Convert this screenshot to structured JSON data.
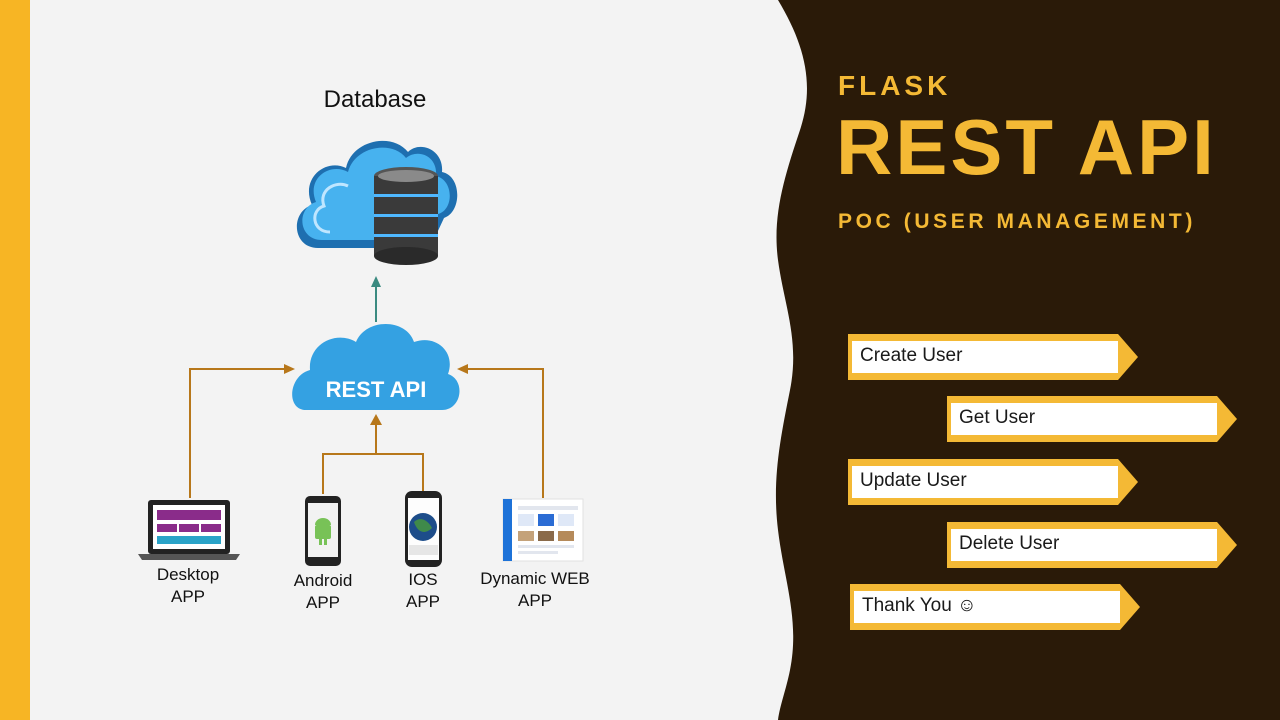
{
  "header": {
    "kicker": "FLASK",
    "title": "REST API",
    "subtitle": "POC (USER MANAGEMENT)"
  },
  "menu": {
    "items": [
      {
        "label": "Create User"
      },
      {
        "label": "Get User"
      },
      {
        "label": "Update User"
      },
      {
        "label": "Delete User"
      },
      {
        "label": "Thank You ☺"
      }
    ]
  },
  "diagram": {
    "database_label": "Database",
    "api_label": "REST API",
    "clients": [
      {
        "line1": "Desktop",
        "line2": "APP"
      },
      {
        "line1": "Android",
        "line2": "APP"
      },
      {
        "line1": "IOS",
        "line2": "APP"
      },
      {
        "line1": "Dynamic WEB",
        "line2": "APP"
      }
    ]
  },
  "colors": {
    "accent": "#f7b524",
    "gold": "#f4b935",
    "dark_panel": "#2a1a08",
    "arrow": "#b7771a",
    "cloud_blue": "#3aa3e3"
  }
}
